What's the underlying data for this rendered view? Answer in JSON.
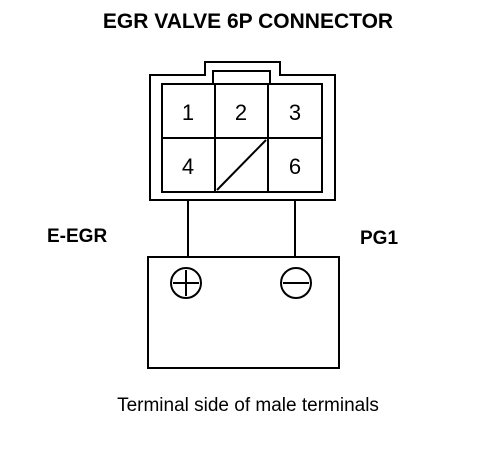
{
  "title": "EGR VALVE 6P CONNECTOR",
  "pins": {
    "p1": "1",
    "p2": "2",
    "p3": "3",
    "p4": "4",
    "p6": "6"
  },
  "labels": {
    "left": "E-EGR",
    "right": "PG1"
  },
  "caption": "Terminal side of male terminals",
  "meter": {
    "positive_icon": "plus-terminal-icon",
    "negative_icon": "minus-terminal-icon"
  },
  "colors": {
    "line": "#000000",
    "background": "#ffffff"
  }
}
